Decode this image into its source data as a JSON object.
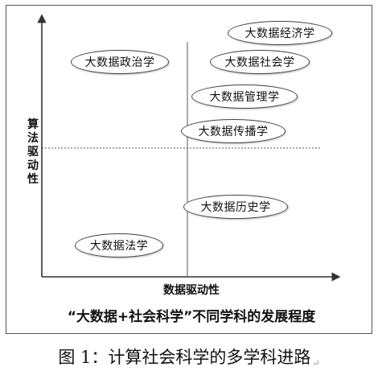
{
  "diagram": {
    "y_axis_label": "算法驱动性",
    "x_axis_label": "数据驱动性",
    "subtitle": "“大数据+社会科学”不同学科的发展程度",
    "nodes": [
      {
        "id": "economics",
        "label": "大数据经济学"
      },
      {
        "id": "politics",
        "label": "大数据政治学"
      },
      {
        "id": "sociology",
        "label": "大数据社会学"
      },
      {
        "id": "management",
        "label": "大数据管理学"
      },
      {
        "id": "communication",
        "label": "大数据传播学"
      },
      {
        "id": "history",
        "label": "大数据历史学"
      },
      {
        "id": "law",
        "label": "大数据法学"
      }
    ]
  },
  "caption": {
    "text": "图 1：计算社会科学的多学科进路",
    "mark": "↵"
  }
}
